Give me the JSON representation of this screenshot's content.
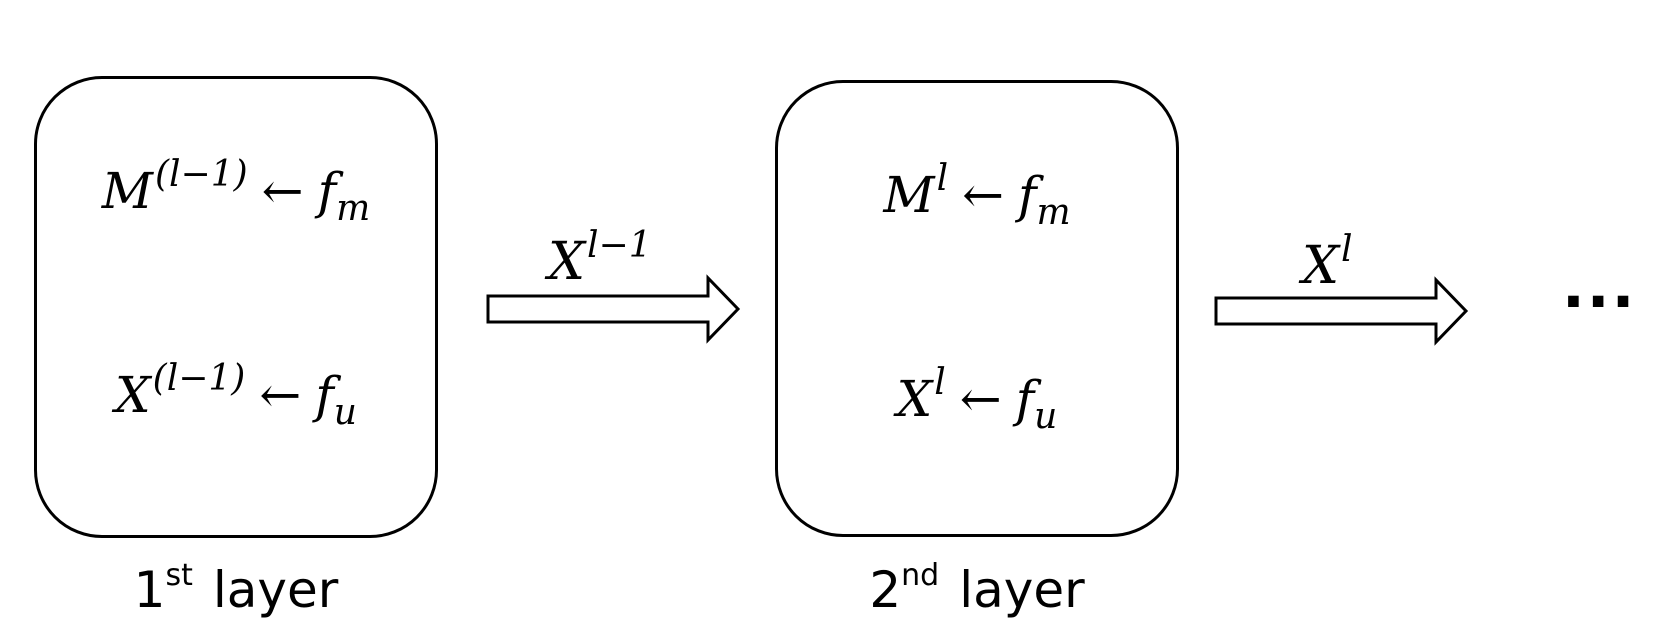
{
  "layers": [
    {
      "update_m": {
        "var": "M",
        "sup": "(l−1)",
        "arrow": "←",
        "fn": "f",
        "sub": "m"
      },
      "update_x": {
        "var": "X",
        "sup": "(l−1)",
        "arrow": "←",
        "fn": "f",
        "sub": "u"
      },
      "caption": {
        "num": "1",
        "ordinal": "st",
        "word": "layer"
      }
    },
    {
      "update_m": {
        "var": "M",
        "sup": "l",
        "arrow": "←",
        "fn": "f",
        "sub": "m"
      },
      "update_x": {
        "var": "X",
        "sup": "l",
        "arrow": "←",
        "fn": "f",
        "sub": "u"
      },
      "caption": {
        "num": "2",
        "ordinal": "nd",
        "word": "layer"
      }
    }
  ],
  "arrows": [
    {
      "var": "X",
      "sup": "l−1"
    },
    {
      "var": "X",
      "sup": "l"
    }
  ],
  "continuation": "···"
}
